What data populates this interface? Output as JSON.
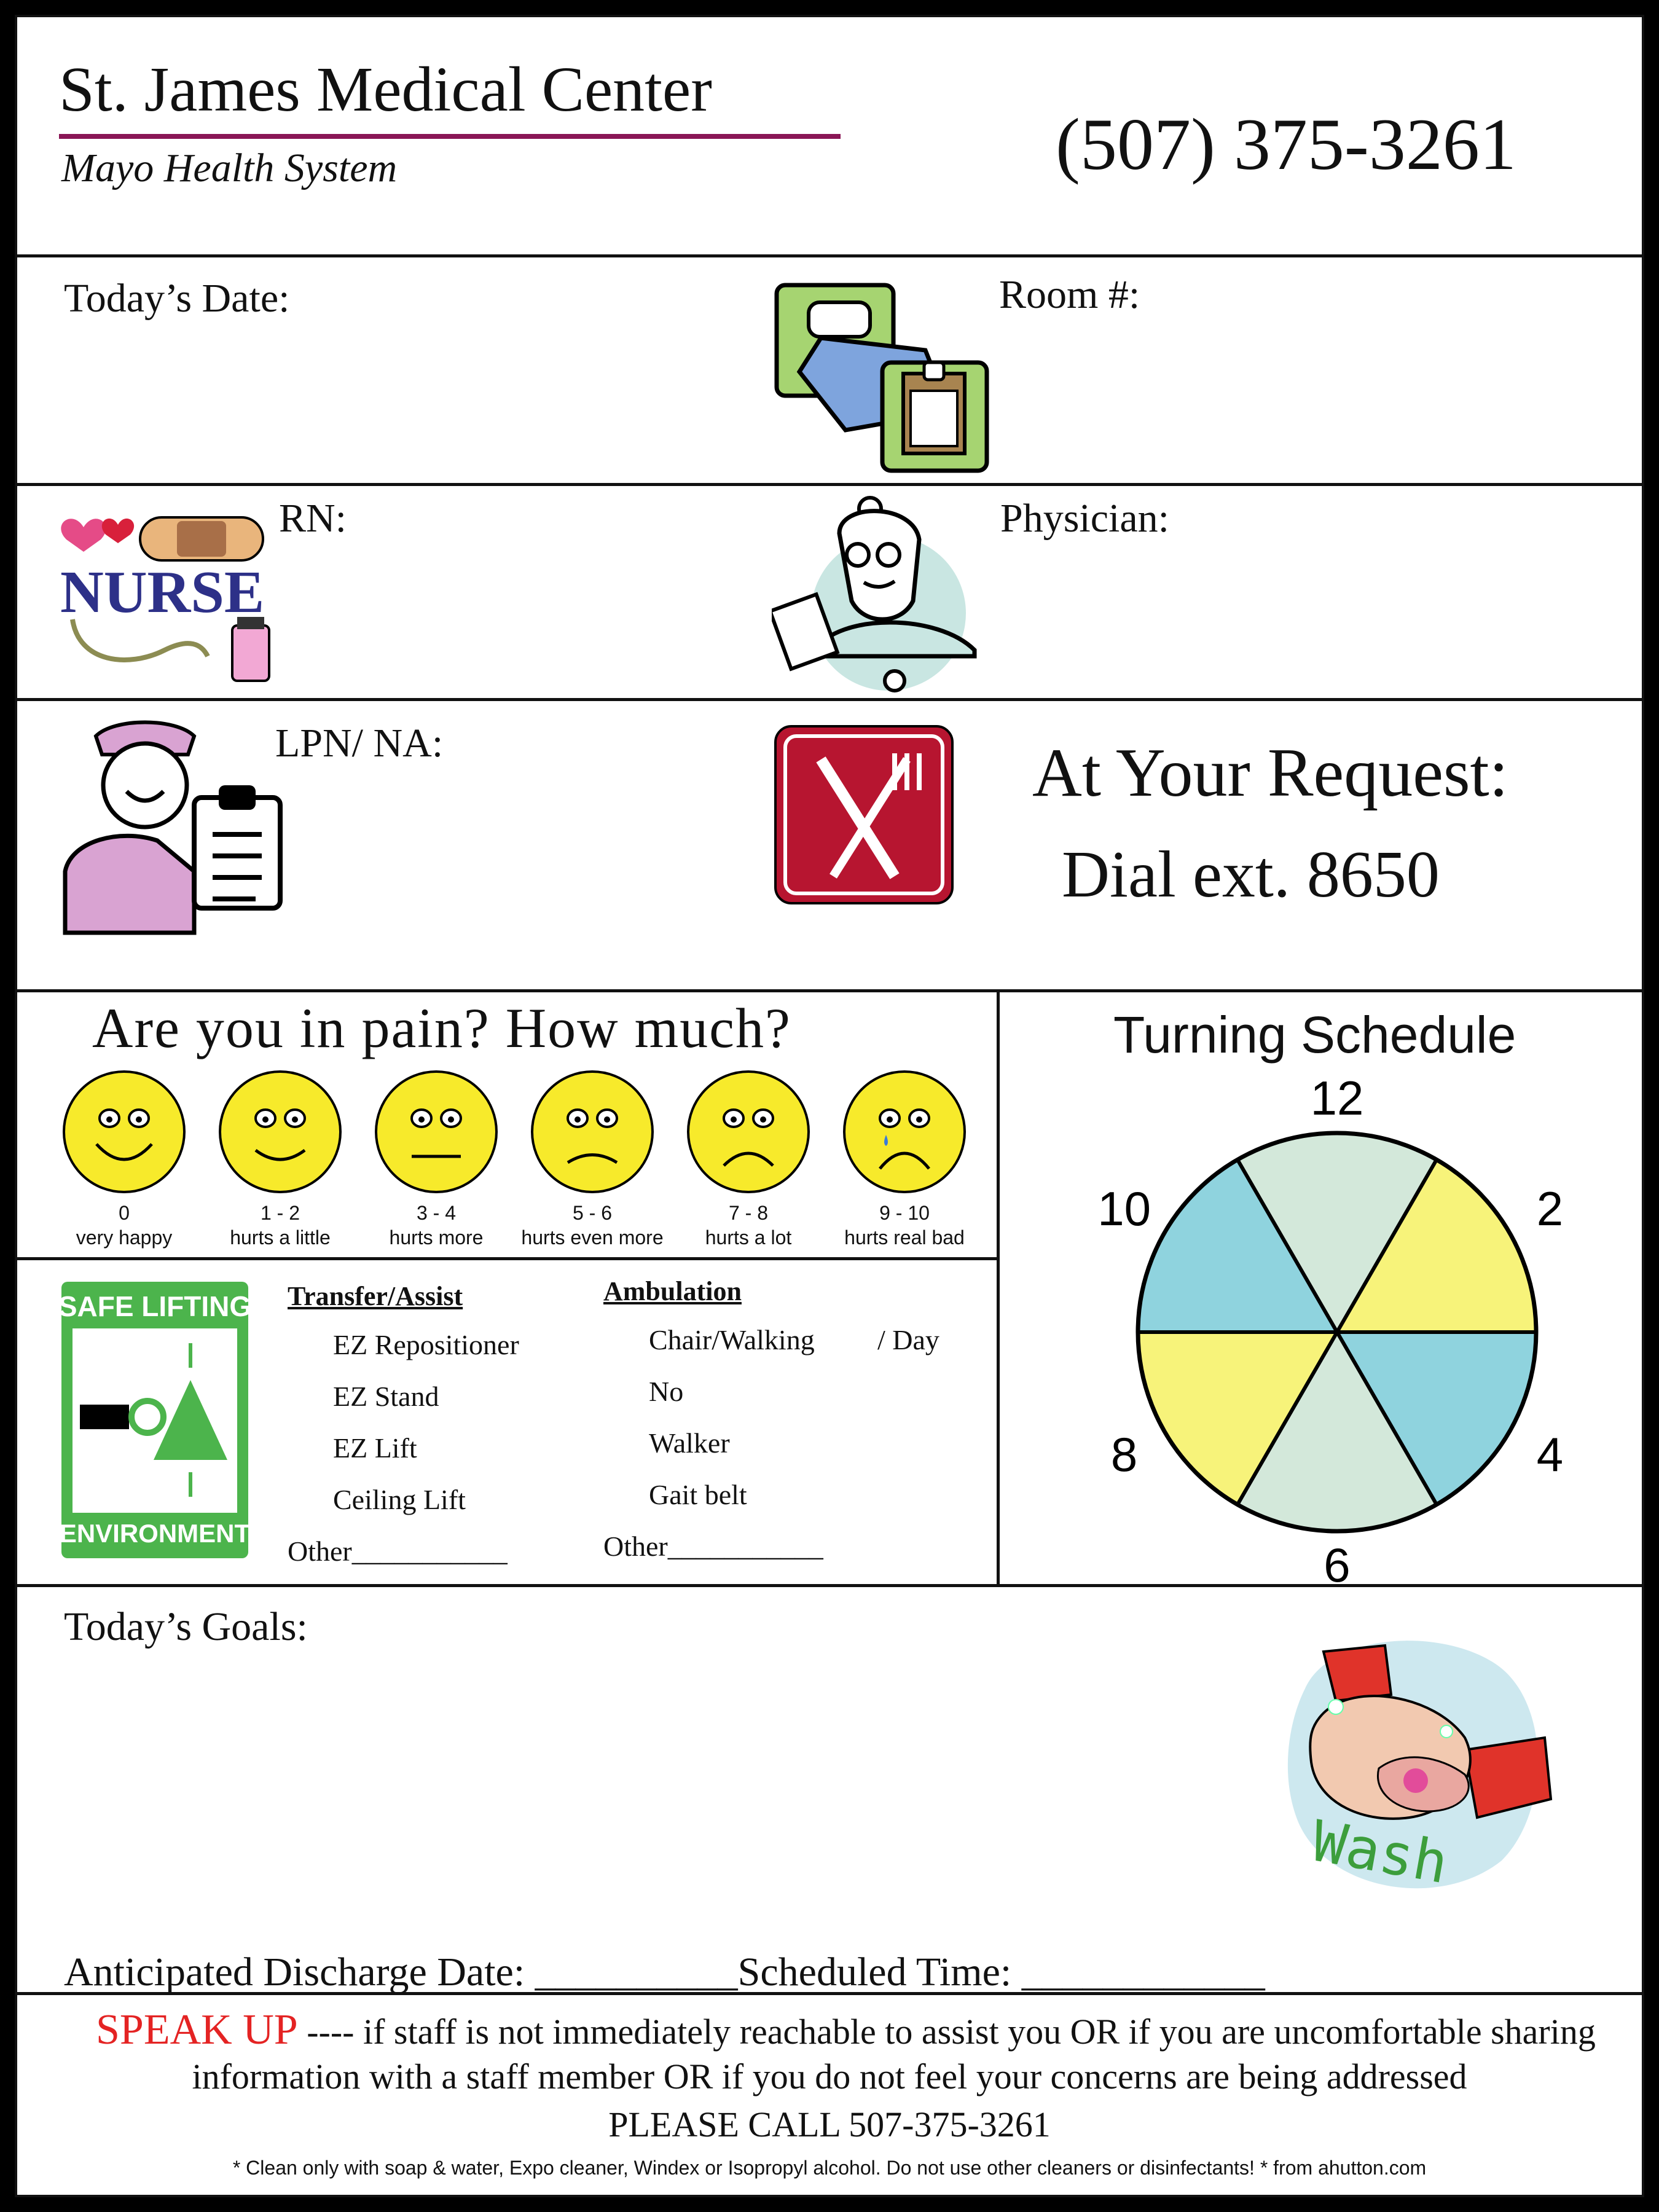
{
  "header": {
    "org_name": "St. James Medical Center",
    "org_subtitle": "Mayo Health System",
    "phone": "(507) 375-3261"
  },
  "fields": {
    "date_label": "Today’s Date:",
    "room_label": "Room #:",
    "rn_label": "RN:",
    "physician_label": "Physician:",
    "lpn_label": "LPN/ NA:",
    "request_title": "At Your Request:",
    "request_ext": "Dial ext. 8650"
  },
  "nurse_logo_text": "NURSE",
  "pain": {
    "title": "Are you in pain? How much?",
    "scale": [
      {
        "range": "0",
        "desc": "very happy"
      },
      {
        "range": "1 - 2",
        "desc": "hurts a little"
      },
      {
        "range": "3 - 4",
        "desc": "hurts more"
      },
      {
        "range": "5 - 6",
        "desc": "hurts even more"
      },
      {
        "range": "7 - 8",
        "desc": "hurts a lot"
      },
      {
        "range": "9 - 10",
        "desc": "hurts real bad"
      }
    ]
  },
  "safe_lifting": {
    "top": "SAFE LIFTING",
    "bottom": "ENVIRONMENT"
  },
  "transfer": {
    "title": "Transfer/Assist",
    "items": [
      "EZ Repositioner",
      "EZ Stand",
      "EZ Lift",
      "Ceiling  Lift"
    ],
    "other": "Other___________"
  },
  "ambulation": {
    "title": "Ambulation",
    "items": [
      "Chair/Walking",
      "No",
      "Walker",
      "Gait belt"
    ],
    "per_day": "/ Day",
    "other": "Other___________"
  },
  "turning": {
    "title": "Turning Schedule",
    "hours": [
      "12",
      "2",
      "4",
      "6",
      "8",
      "10"
    ],
    "colors": {
      "green": "#d3e8da",
      "yellow": "#f7f37a",
      "blue": "#8fd3de"
    }
  },
  "goals": {
    "label": "Today’s Goals:",
    "wash_text": "Wash",
    "discharge": "Anticipated Discharge Date: __________Scheduled Time: ____________"
  },
  "footer": {
    "speak_up": "SPEAK UP",
    "line1_rest": " ---- if staff is not immediately reachable to assist you OR if you are uncomfortable sharing",
    "line2": "information with a staff member OR if you do not feel your concerns are being addressed",
    "line3": "PLEASE CALL 507-375-3261",
    "note": "* Clean only with soap & water, Expo cleaner, Windex or Isopropyl alcohol.  Do not use other cleaners or disinfectants! *  from ahutton.com"
  }
}
